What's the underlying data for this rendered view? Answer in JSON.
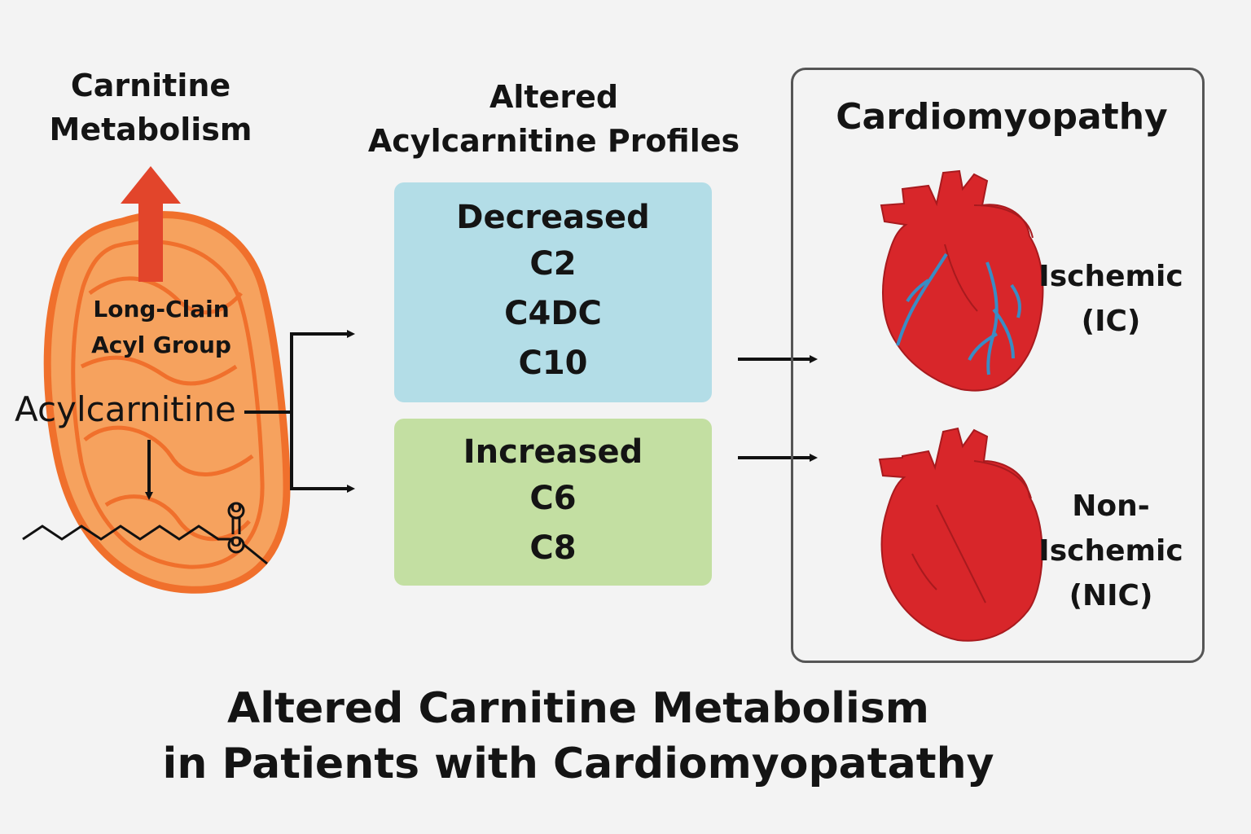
{
  "colors": {
    "background": "#f3f3f3",
    "mitochondrion_fill": "#f6a25e",
    "mitochondrion_outline": "#f0702c",
    "up_arrow": "#e2452b",
    "decreased_box": "#b3dde7",
    "increased_box": "#c3dfa2",
    "heart": "#d8262a",
    "coronary_vessels": "#3a8cc4",
    "panel_border": "#555555"
  },
  "left": {
    "title_line1": "Carnitine",
    "title_line2": "Metabolism",
    "long_chain_line1": "Long-Clain",
    "long_chain_line2": "Acyl Group",
    "acylcarnitine_label": "Acylcarnitine",
    "carbonyl_atom": "O",
    "ester_atom": "O"
  },
  "middle": {
    "title_line1": "Altered",
    "title_line2": "Acylcarnitine Profiles",
    "decreased": {
      "heading": "Decreased",
      "items": [
        "C2",
        "C4DC",
        "C10"
      ]
    },
    "increased": {
      "heading": "Increased",
      "items": [
        "C6",
        "C8"
      ]
    }
  },
  "right": {
    "title": "Cardiomyopathy",
    "ischemic_line1": "Ischemic",
    "ischemic_line2": "(IC)",
    "nonischemic_line1": "Non-",
    "nonischemic_line2": "Ischemic",
    "nonischemic_line3": "(NIC)"
  },
  "footer": {
    "title_line1": "Altered Carnitine Metabolism",
    "title_line2": "in Patients with Cardiomyopatathy"
  }
}
